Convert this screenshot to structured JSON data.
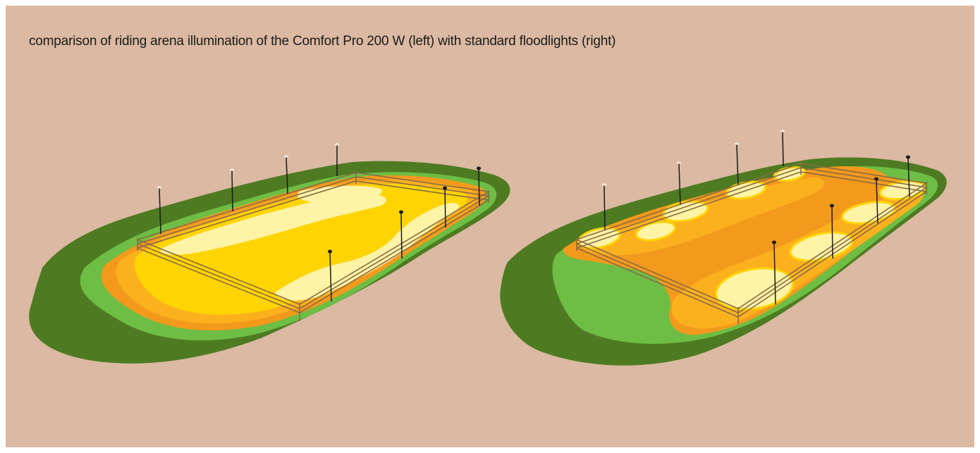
{
  "caption": "comparison of riding arena illumination of the Comfort Pro 200 W (left) with standard floodlights (right)",
  "colors": {
    "background": "#dbb9a2",
    "dark_green": "#4e7b22",
    "light_green": "#6ebd44",
    "dark_orange": "#f39a1c",
    "orange": "#fbb01e",
    "yellow": "#ffd400",
    "pale_yellow": "#fff3a6",
    "fence": "#8a6a45",
    "pole": "#1a1a1a"
  },
  "arenas": [
    {
      "id": "left",
      "name": "Comfort Pro 200 W"
    },
    {
      "id": "right",
      "name": "standard floodlights"
    }
  ]
}
